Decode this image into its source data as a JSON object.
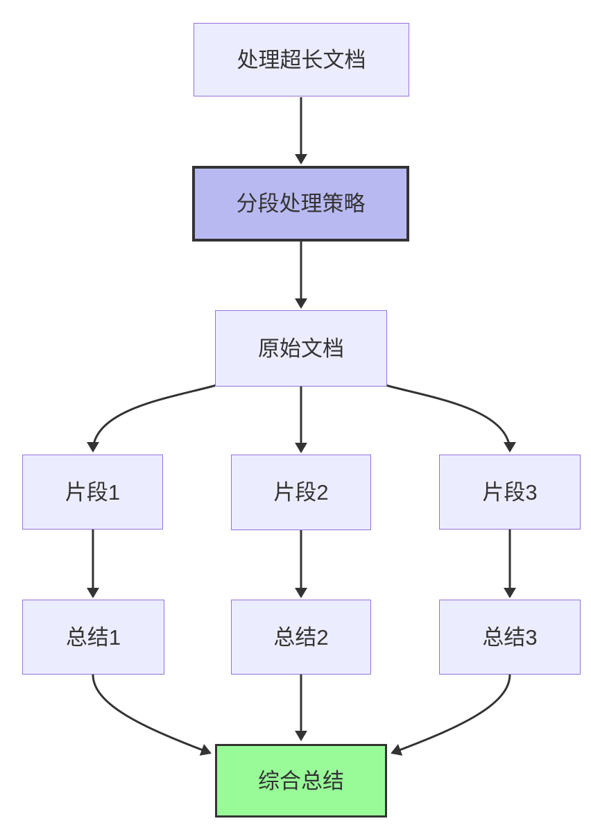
{
  "diagram": {
    "type": "flowchart-top-down",
    "nodes": {
      "process": {
        "label": "处理超长文档"
      },
      "strategy": {
        "label": "分段处理策略"
      },
      "source": {
        "label": "原始文档"
      },
      "seg1": {
        "label": "片段1"
      },
      "seg2": {
        "label": "片段2"
      },
      "seg3": {
        "label": "片段3"
      },
      "sum1": {
        "label": "总结1"
      },
      "sum2": {
        "label": "总结2"
      },
      "sum3": {
        "label": "总结3"
      },
      "final": {
        "label": "综合总结"
      }
    },
    "edges": [
      {
        "from": "处理超长文档",
        "to": "分段处理策略"
      },
      {
        "from": "分段处理策略",
        "to": "原始文档"
      },
      {
        "from": "原始文档",
        "to": "片段1"
      },
      {
        "from": "原始文档",
        "to": "片段2"
      },
      {
        "from": "原始文档",
        "to": "片段3"
      },
      {
        "from": "片段1",
        "to": "总结1"
      },
      {
        "from": "片段2",
        "to": "总结2"
      },
      {
        "from": "片段3",
        "to": "总结3"
      },
      {
        "from": "总结1",
        "to": "综合总结"
      },
      {
        "from": "总结2",
        "to": "综合总结"
      },
      {
        "from": "总结3",
        "to": "综合总结"
      }
    ],
    "colors": {
      "bg": "#ffffff",
      "node_fill": "#ECECFF",
      "node_border": "#9370DB",
      "strategy_fill": "#B9B9F2",
      "strategy_border": "#333333",
      "final_fill": "#98FB98",
      "final_border": "#333333",
      "edge": "#333333",
      "text": "#333333"
    }
  }
}
